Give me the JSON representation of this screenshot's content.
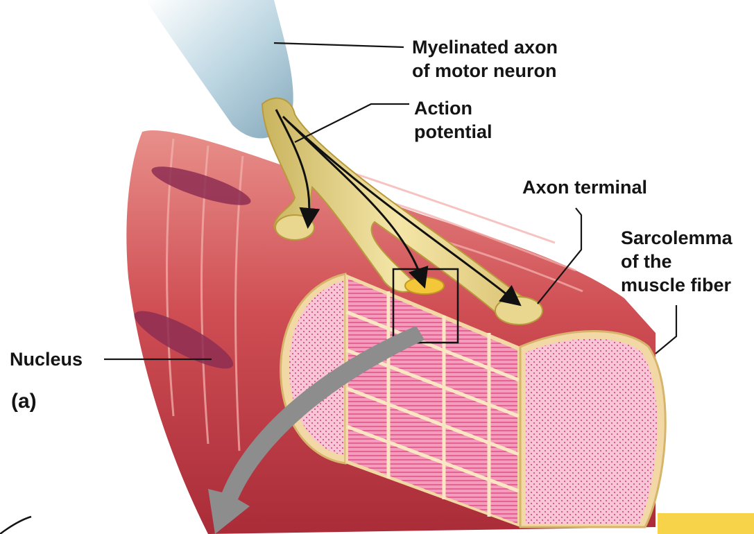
{
  "labels": {
    "axon": [
      "Myelinated axon",
      "of motor neuron"
    ],
    "action_potential": [
      "Action",
      "potential"
    ],
    "axon_terminal": "Axon terminal",
    "sarcolemma": [
      "Sarcolemma",
      "of the",
      "muscle fiber"
    ],
    "nucleus": "Nucleus",
    "panel": "(a)"
  },
  "colors": {
    "muscle": "#c9434c",
    "muscle_light": "#e58a86",
    "myofibril": "#f39cbc",
    "myelin": "#a8c6d6",
    "axon": "#e6d48f",
    "nucleus": "#8e2e52",
    "arrow_gray": "#8d8d8d",
    "yellow_tab": "#f7d34a"
  }
}
